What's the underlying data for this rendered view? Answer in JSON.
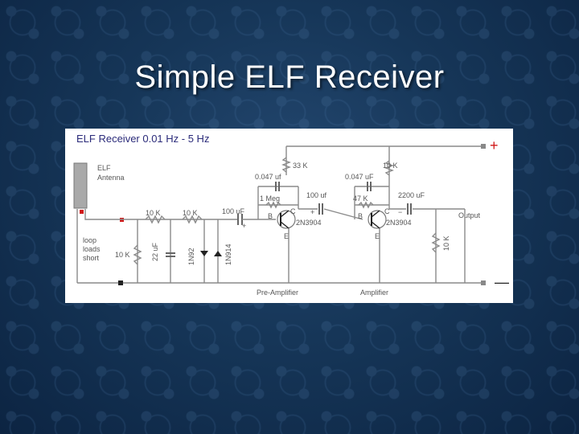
{
  "slide": {
    "title": "Simple ELF Receiver"
  },
  "schematic": {
    "title": "ELF Receiver 0.01 Hz - 5 Hz",
    "antenna": [
      "ELF",
      "Antenna"
    ],
    "loop": [
      "loop",
      "loads",
      "short"
    ],
    "r_10k_a": "10 K",
    "r_10k_b": "10 K",
    "r_10k_c": "10 K",
    "r_10k_d": "10 K",
    "r_33k": "33 K",
    "r_1meg": "1 Meg",
    "r_47k": "47 K",
    "c_0047_a": "0.047 uf",
    "c_0047_b": "0.047 uF",
    "c_100uf_a": "100 uF",
    "c_100uf_b": "100 uf",
    "c_2200uf": "2200 uF",
    "c_22uf": "22 uF",
    "diode_a": "1N92",
    "diode_b": "1N914",
    "transistor_a": "2N3904",
    "transistor_b": "2N3904",
    "pin_c": "C",
    "pin_e": "E",
    "pin_b": "B",
    "plus": "+",
    "minus": "−",
    "output": "Output",
    "preamp": "Pre-Amplifier",
    "amp": "Amplifier",
    "power_plus": "+",
    "power_minus": "—"
  },
  "colors": {
    "accent_red": "#d01818",
    "wire": "#8a8a8a"
  }
}
